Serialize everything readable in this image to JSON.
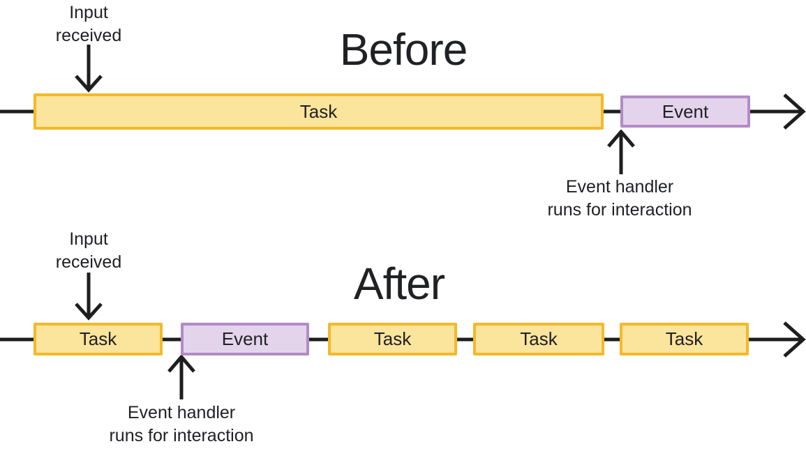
{
  "colors": {
    "task_fill": "#FBE49B",
    "task_border": "#F3B929",
    "event_fill": "#E3D4EC",
    "event_border": "#B18BC6",
    "text": "#202124",
    "arrow": "#1E1E1E"
  },
  "before": {
    "title": "Before",
    "input_label": "Input\nreceived",
    "boxes": [
      {
        "label": "Task",
        "type": "task"
      },
      {
        "label": "Event",
        "type": "event"
      }
    ],
    "handler_label": "Event handler\nruns for interaction"
  },
  "after": {
    "title": "After",
    "input_label": "Input\nreceived",
    "boxes": [
      {
        "label": "Task",
        "type": "task"
      },
      {
        "label": "Event",
        "type": "event"
      },
      {
        "label": "Task",
        "type": "task"
      },
      {
        "label": "Task",
        "type": "task"
      },
      {
        "label": "Task",
        "type": "task"
      }
    ],
    "handler_label": "Event handler\nruns for interaction"
  }
}
